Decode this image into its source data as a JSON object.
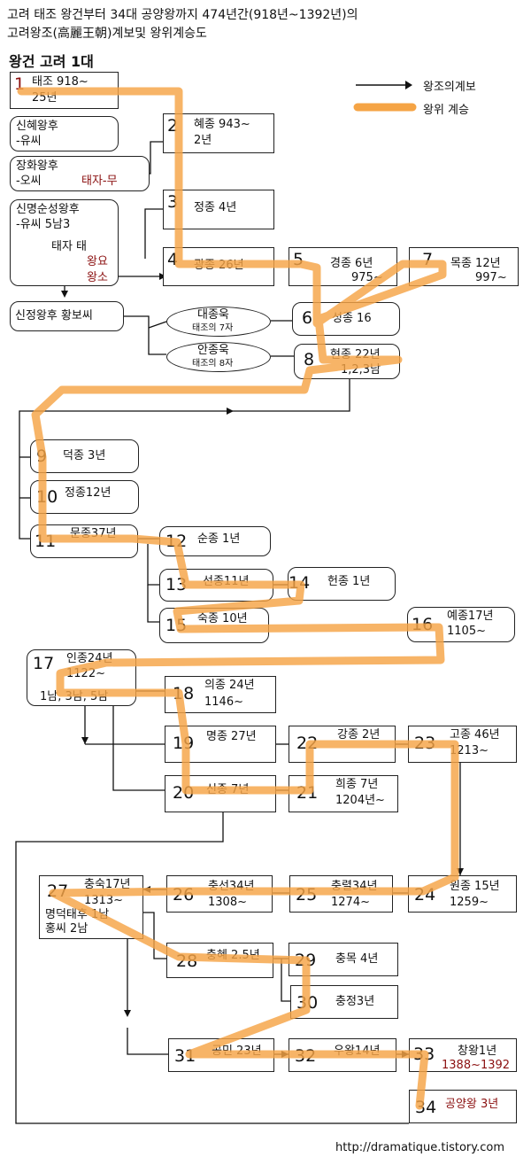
{
  "header": {
    "line1": "고려 태조 왕건부터 34대 공양왕까지 474년간(918년~1392년)의",
    "line2": "고려왕조(高麗王朝)계보및 왕위계승도",
    "subtitle": "왕건 고려 1대"
  },
  "legend": {
    "lineage": "왕조의계보",
    "succession": "왕위 계승"
  },
  "kings": [
    {
      "n": "1",
      "name": "태조 918~",
      "sub": "25년"
    },
    {
      "n": "2",
      "name": "혜종 943~",
      "sub": "2년"
    },
    {
      "n": "3",
      "name": "정종 4년",
      "sub": ""
    },
    {
      "n": "4",
      "name": "광종 26년",
      "sub": ""
    },
    {
      "n": "5",
      "name": "경종 6년",
      "sub": "975~"
    },
    {
      "n": "6",
      "name": "성종 16",
      "sub": ""
    },
    {
      "n": "7",
      "name": "목종 12년",
      "sub": "997~"
    },
    {
      "n": "8",
      "name": "현종 22년",
      "sub": "1,2,3남"
    },
    {
      "n": "9",
      "name": "덕종 3년",
      "sub": ""
    },
    {
      "n": "10",
      "name": "정종12년",
      "sub": ""
    },
    {
      "n": "11",
      "name": "문종37년",
      "sub": ""
    },
    {
      "n": "12",
      "name": "순종 1년",
      "sub": ""
    },
    {
      "n": "13",
      "name": "선종11년",
      "sub": ""
    },
    {
      "n": "14",
      "name": "헌종 1년",
      "sub": ""
    },
    {
      "n": "15",
      "name": "숙종 10년",
      "sub": ""
    },
    {
      "n": "16",
      "name": "예종17년",
      "sub": "1105~"
    },
    {
      "n": "17",
      "name": "인종24년",
      "sub": "1122~"
    },
    {
      "n": "18",
      "name": "의종 24년",
      "sub": "1146~"
    },
    {
      "n": "19",
      "name": "명종 27년",
      "sub": ""
    },
    {
      "n": "20",
      "name": "신종 7년",
      "sub": ""
    },
    {
      "n": "21",
      "name": "희종 7년",
      "sub": "1204년~"
    },
    {
      "n": "22",
      "name": "강종 2년",
      "sub": ""
    },
    {
      "n": "23",
      "name": "고종 46년",
      "sub": "1213~"
    },
    {
      "n": "24",
      "name": "원종 15년",
      "sub": "1259~"
    },
    {
      "n": "25",
      "name": "충렬34년",
      "sub": "1274~"
    },
    {
      "n": "26",
      "name": "충선34년",
      "sub": "1308~"
    },
    {
      "n": "27",
      "name": "충숙17년",
      "sub": "1313~"
    },
    {
      "n": "28",
      "name": "충혜 2.5년",
      "sub": ""
    },
    {
      "n": "29",
      "name": "충목 4년",
      "sub": ""
    },
    {
      "n": "30",
      "name": "충정3년",
      "sub": ""
    },
    {
      "n": "31",
      "name": "공민 23년",
      "sub": ""
    },
    {
      "n": "32",
      "name": "우왕14년",
      "sub": ""
    },
    {
      "n": "33",
      "name": "창왕1년",
      "sub": "1388~1392"
    },
    {
      "n": "34",
      "name": "공양왕 3년",
      "sub": ""
    }
  ],
  "queens": {
    "q1a": "신혜왕후",
    "q1b": "-유씨",
    "q2a": "장화왕후",
    "q2b": "-오씨",
    "q2c": "태자-무",
    "q3a": "신명순성왕후",
    "q3b": "-유씨 5남3",
    "q3c": "태자  태",
    "q3d": "왕요",
    "q3e": "왕소",
    "q4": "신정왕후 황보씨",
    "o1a": "대종욱",
    "o1b": "태조의 7자",
    "o2a": "안종욱",
    "o2b": "태조의 8자",
    "k17sons": "1남, 3남, 5남",
    "k27a": "명덕태후  1남",
    "k27b": "홍씨       2남"
  },
  "footer": {
    "url": "http://dramatique.tistory.com"
  },
  "colors": {
    "succession": "#f5a445",
    "line": "#111111",
    "num_red": "#8b1010"
  }
}
